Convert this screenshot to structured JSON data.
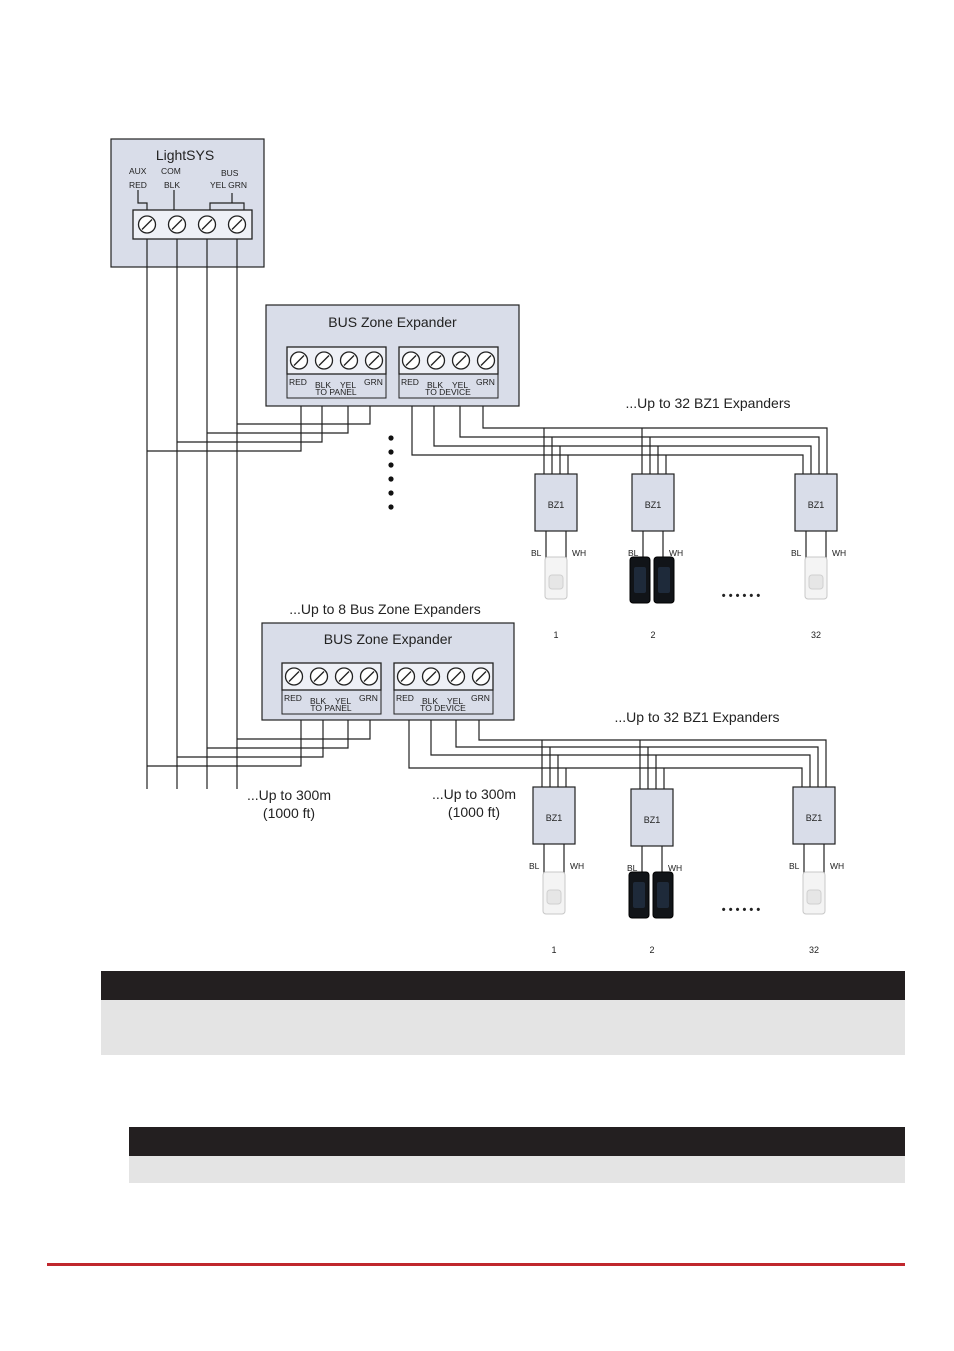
{
  "colors": {
    "box_fill": "#d9dde9",
    "line": "#222222",
    "footer_rule": "#c0272d"
  },
  "panel": {
    "title": "LightSYS",
    "labels": [
      "AUX",
      "COM",
      "BUS",
      "RED",
      "BLK",
      "YEL GRN"
    ]
  },
  "expanders": [
    {
      "title": "BUS Zone Expander",
      "panel_terms": [
        "RED",
        "BLK",
        "YEL",
        "GRN"
      ],
      "panel_group": "TO PANEL",
      "device_terms": [
        "RED",
        "BLK",
        "YEL",
        "GRN"
      ],
      "device_group": "TO DEVICE",
      "bz1_note": "...Up to 32 BZ1 Expanders",
      "bz1_units": [
        {
          "label": "BZ1",
          "left_wire": "BL",
          "right_wire": "WH",
          "number": "1",
          "detector": "white"
        },
        {
          "label": "BZ1",
          "left_wire": "BL",
          "right_wire": "WH",
          "number": "2",
          "detector": "black"
        },
        {
          "label": "BZ1",
          "left_wire": "BL",
          "right_wire": "WH",
          "number": "32",
          "detector": "white"
        }
      ],
      "ellipsis": "• • • • • •"
    },
    {
      "title": "BUS Zone Expander",
      "panel_terms": [
        "RED",
        "BLK",
        "YEL",
        "GRN"
      ],
      "panel_group": "TO PANEL",
      "device_terms": [
        "RED",
        "BLK",
        "YEL",
        "GRN"
      ],
      "device_group": "TO DEVICE",
      "bz1_note": "...Up to 32 BZ1 Expanders",
      "bz1_units": [
        {
          "label": "BZ1",
          "left_wire": "BL",
          "right_wire": "WH",
          "number": "1",
          "detector": "white"
        },
        {
          "label": "BZ1",
          "left_wire": "BL",
          "right_wire": "WH",
          "number": "2",
          "detector": "black"
        },
        {
          "label": "BZ1",
          "left_wire": "BL",
          "right_wire": "WH",
          "number": "32",
          "detector": "white"
        }
      ],
      "ellipsis": "• • • • • •"
    }
  ],
  "bus_note": "...Up to 8 Bus Zone Expanders",
  "distance_notes": [
    {
      "line1": "...Up to 300m",
      "line2": "(1000 ft)"
    },
    {
      "line1": "...Up to 300m",
      "line2": "(1000 ft)"
    }
  ]
}
